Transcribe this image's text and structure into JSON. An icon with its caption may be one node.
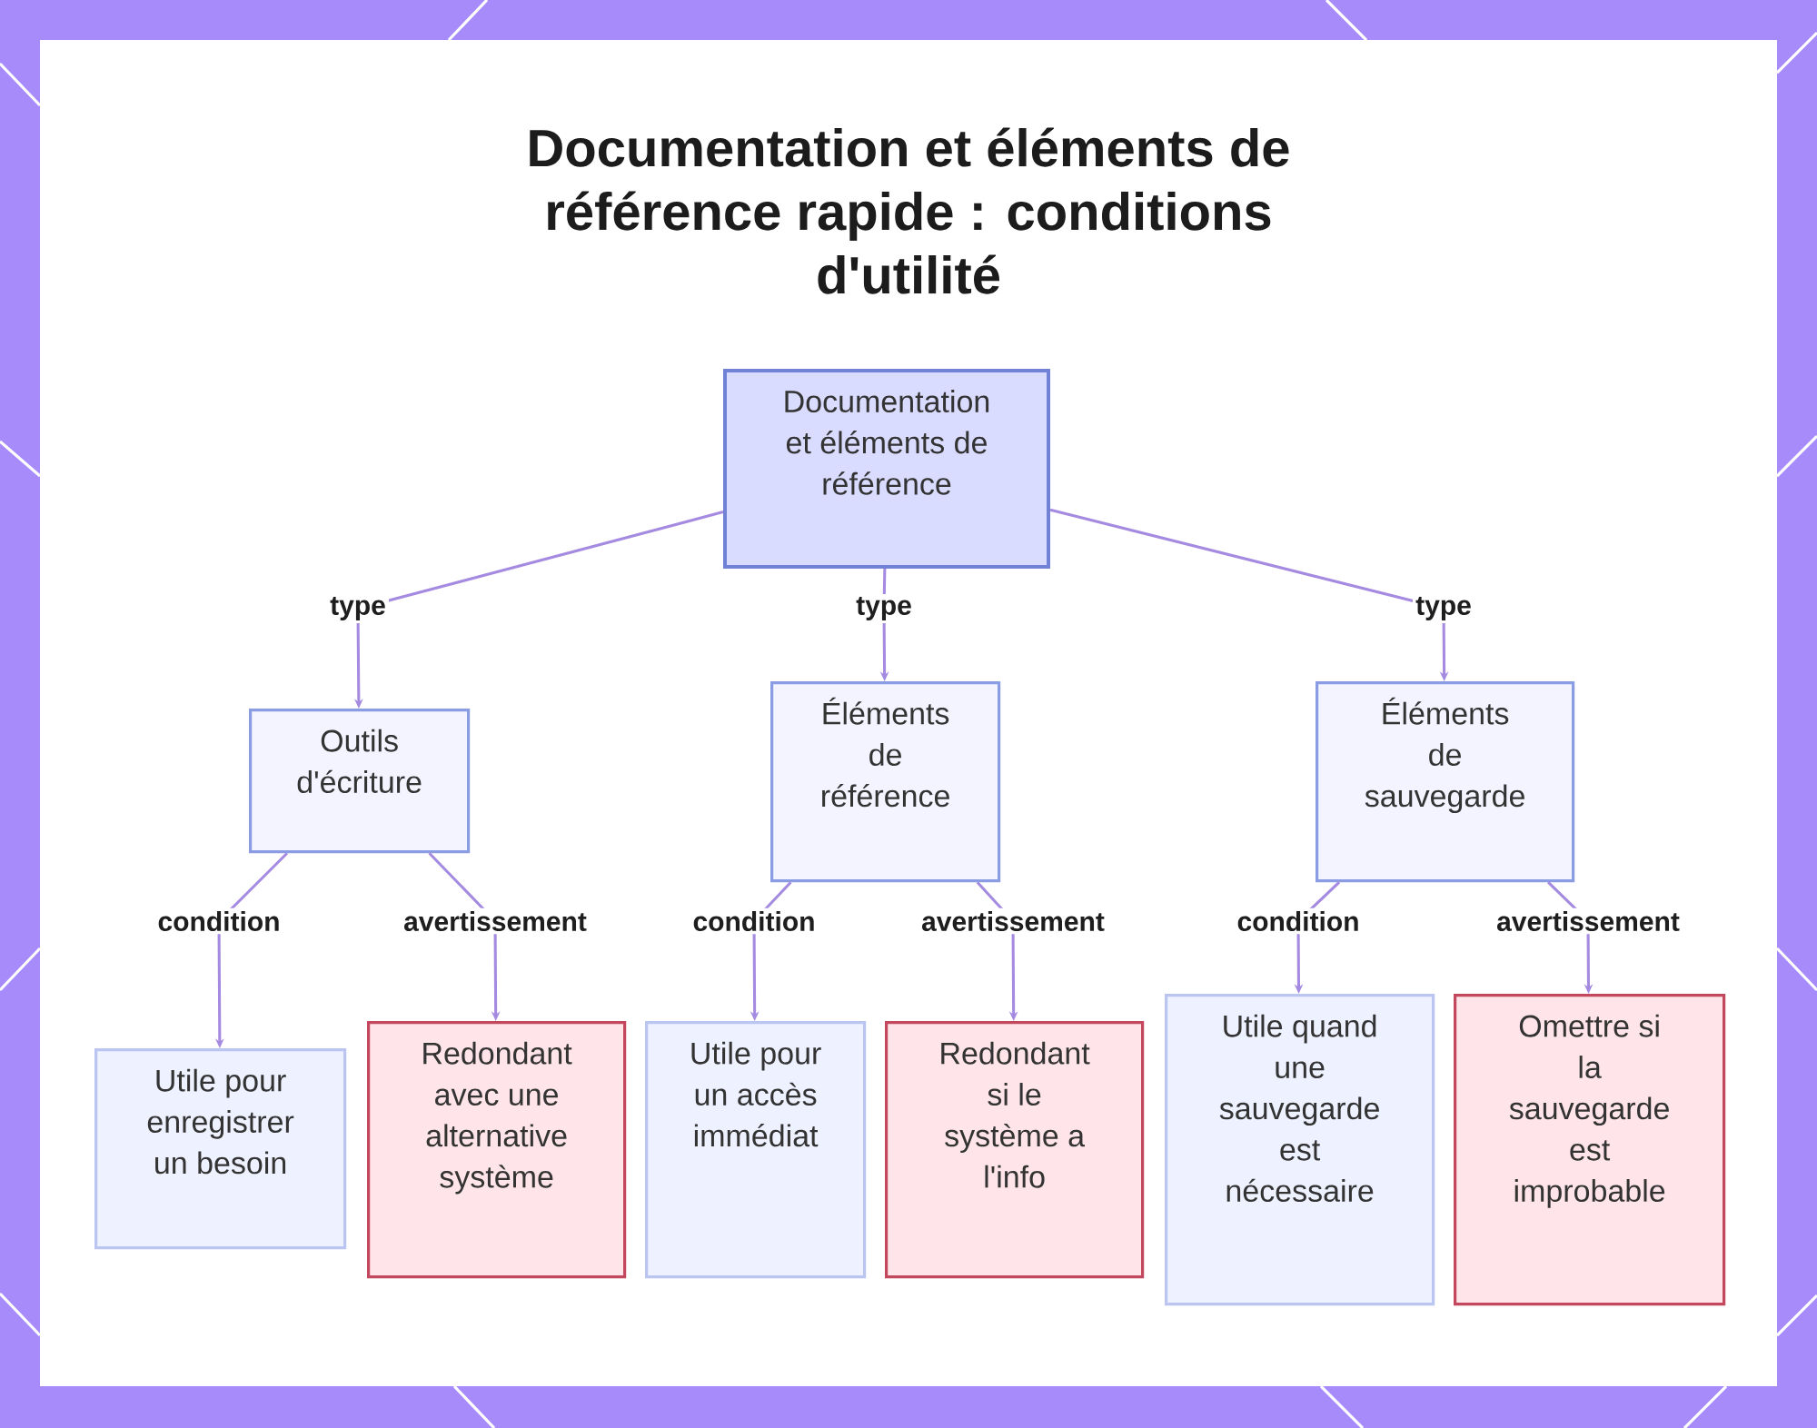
{
  "diagram": {
    "title": "Documentation et éléments de référence rapide : conditions d'utilité",
    "nodes": [
      {
        "text": [
          "Documentation et éléments de référence"
        ]
      },
      {
        "text": [
          "Outils d'écriture"
        ]
      },
      {
        "text": [
          "Éléments de référence"
        ]
      },
      {
        "text": [
          "Éléments de sauvegarde"
        ]
      },
      {
        "text": [
          "Utile pour enregistrer un besoin"
        ]
      },
      {
        "text": [
          "Redondant avec une alternative système"
        ]
      },
      {
        "text": [
          "Utile pour un accès immédiat"
        ]
      },
      {
        "text": [
          "Redondant si le système a l'info"
        ]
      },
      {
        "text": [
          "Utile quand une sauvegarde est nécessaire"
        ]
      },
      {
        "text": [
          "Omettre si la sauvegarde est improbable"
        ]
      }
    ],
    "edges": [
      {
        "from": 0,
        "to": 1,
        "arrow": "to",
        "label": "type"
      },
      {
        "from": 0,
        "to": 2,
        "arrow": "to",
        "label": "type"
      },
      {
        "from": 0,
        "to": 3,
        "arrow": "to",
        "label": "type"
      },
      {
        "from": 1,
        "to": 4,
        "arrow": "to",
        "label": "condition"
      },
      {
        "from": 1,
        "to": 5,
        "arrow": "to",
        "label": "avertissement"
      },
      {
        "from": 2,
        "to": 6,
        "arrow": "to",
        "label": "condition"
      },
      {
        "from": 2,
        "to": 7,
        "arrow": "to",
        "label": "avertissement"
      },
      {
        "from": 3,
        "to": 8,
        "arrow": "to",
        "label": "condition"
      },
      {
        "from": 3,
        "to": 9,
        "arrow": "to",
        "label": "avertissement"
      }
    ]
  }
}
